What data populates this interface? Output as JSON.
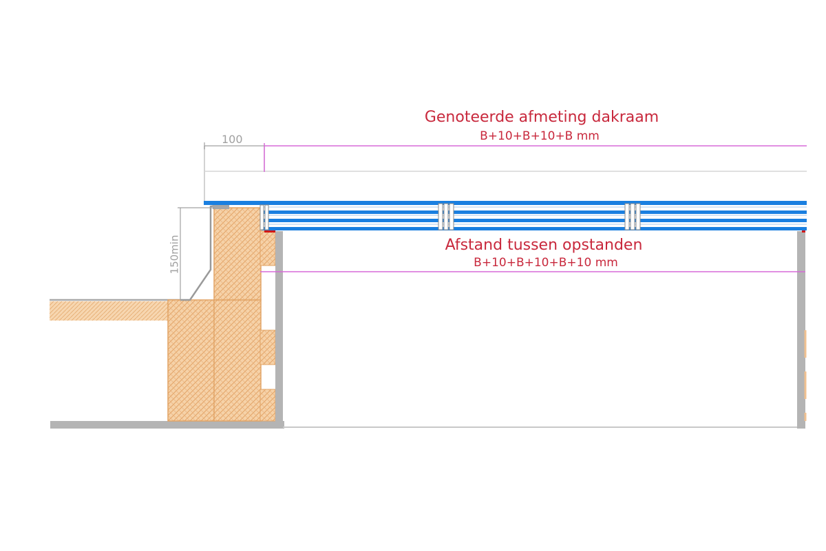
{
  "annotations": {
    "window_size_title": "Genoteerde afmeting dakraam",
    "window_size_formula": "B+10+B+10+B mm",
    "curb_distance_title": "Afstand tussen opstanden",
    "curb_distance_formula": "B+10+B+10+B+10 mm"
  },
  "dimensions": {
    "overhang": "100",
    "upstand_min_height": "150min"
  },
  "colors": {
    "label_red": "#c8283c",
    "dimension_magenta": "#d76ad8",
    "dimension_grey": "#a0a0a0",
    "glazing_blue": "#1a7fe0",
    "insulation_tan": "#f3c99b",
    "insulation_hatch": "#e0a060",
    "structure_grey": "#b4b4b4",
    "seal_red": "#d01818"
  },
  "icons": {
    "section_style": "cross-section-construction-detail"
  }
}
